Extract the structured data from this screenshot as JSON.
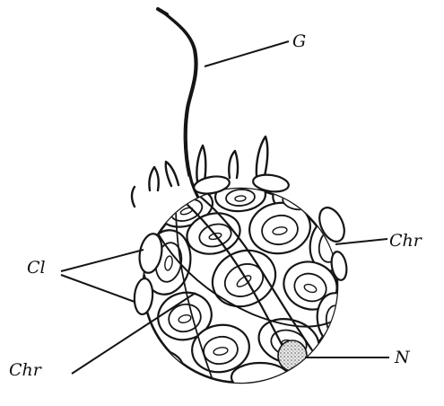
{
  "labels": {
    "flagellum": "G",
    "coccoliths": "Cl",
    "chromatophore_right": "Chr",
    "chromatophore_left": "Chr",
    "nucleus": "N"
  },
  "colors": {
    "ink": "#151515",
    "paper": "#ffffff"
  }
}
